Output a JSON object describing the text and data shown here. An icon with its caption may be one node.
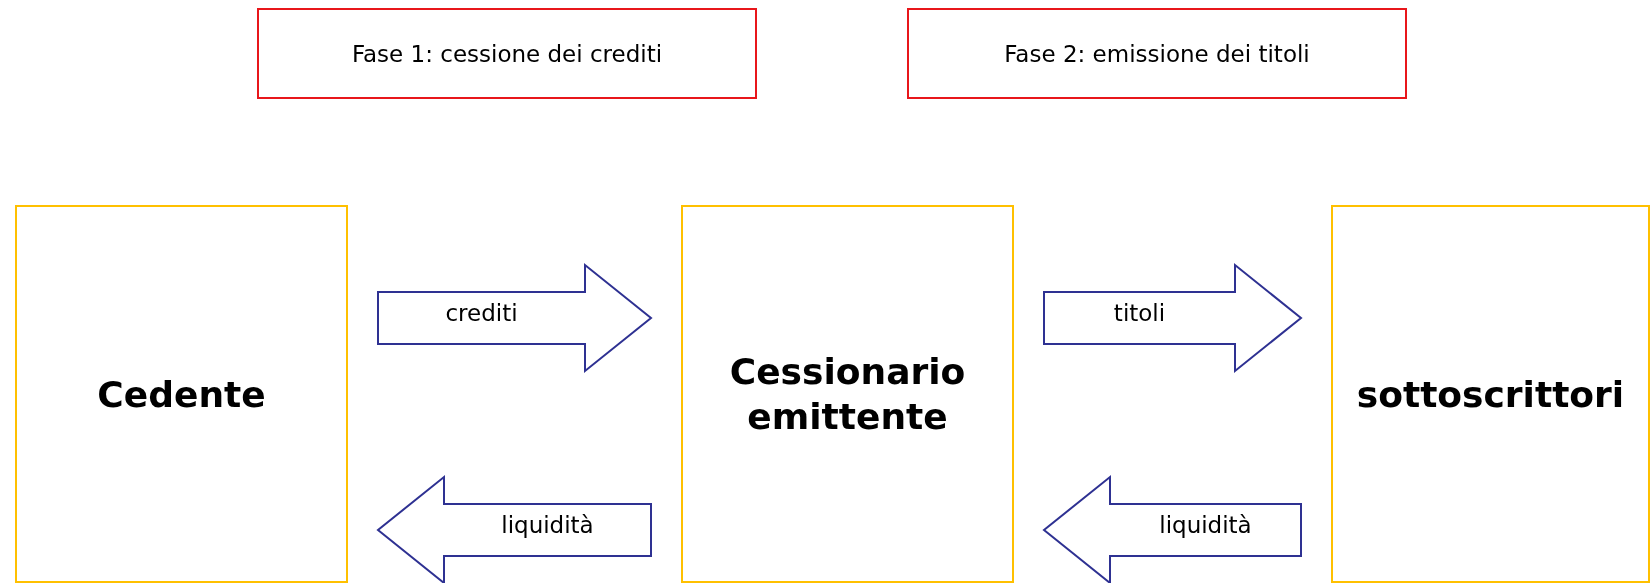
{
  "diagram": {
    "nodes": [
      {
        "text": [
          "Fase 1: cessione dei crediti"
        ]
      },
      {
        "text": [
          "Fase 2: emissione dei titoli"
        ]
      },
      {
        "text": [
          "Cedente"
        ]
      },
      {
        "text": [
          "Cessionario emittente"
        ]
      },
      {
        "text": [
          "sottoscrittori"
        ]
      }
    ],
    "edges": [
      {
        "from": 2,
        "to": 3,
        "arrow": "to",
        "label": "crediti"
      },
      {
        "from": 3,
        "to": 2,
        "arrow": "to",
        "label": "liquidità"
      },
      {
        "from": 3,
        "to": 4,
        "arrow": "to",
        "label": "titoli"
      },
      {
        "from": 4,
        "to": 3,
        "arrow": "to",
        "label": "liquidità"
      }
    ]
  }
}
